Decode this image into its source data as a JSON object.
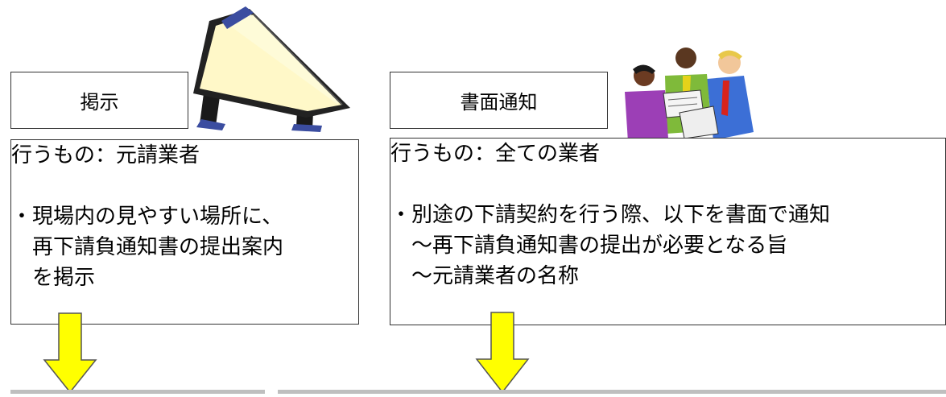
{
  "left": {
    "header": "掲示",
    "who": "行うもの：元請業者",
    "bullet_lines": [
      "・現場内の見やすい場所に、",
      "再下請負通知書の提出案内",
      "を掲示"
    ]
  },
  "right": {
    "header": "書面通知",
    "who": "行うもの：全ての業者",
    "bullet": "・別途の下請契約を行う際、以下を書面で通知",
    "sub_items": [
      "～再下請負通知書の提出が必要となる旨",
      "～元請業者の名称"
    ]
  },
  "colors": {
    "arrow_fill": "#ffff00",
    "border": "#333333"
  },
  "icons": [
    "billboard-clipart",
    "business-people-clipart",
    "down-arrow-icon"
  ]
}
